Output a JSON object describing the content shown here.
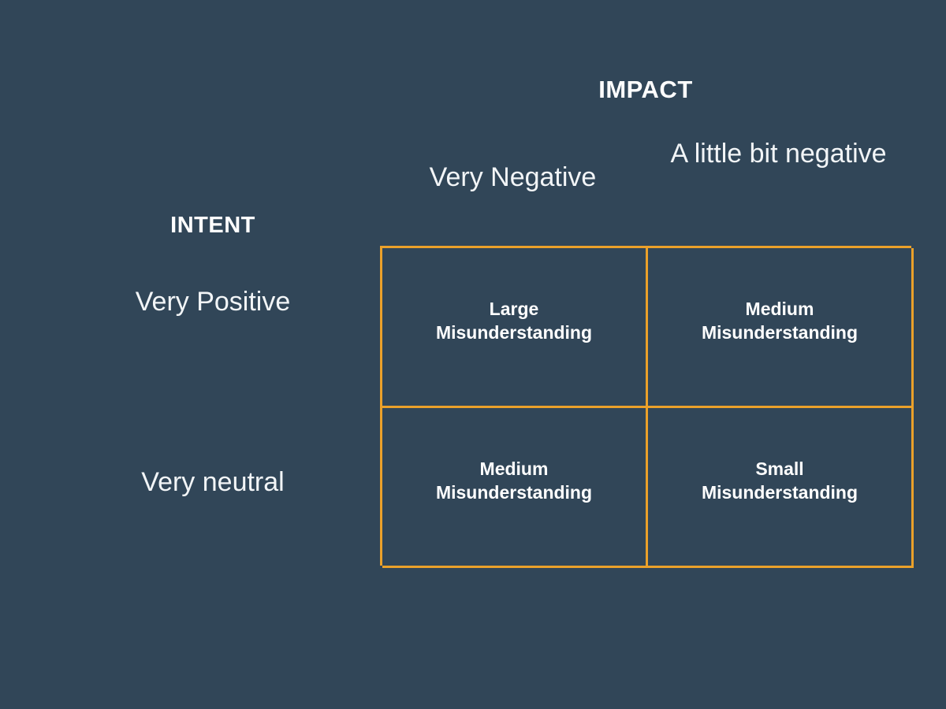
{
  "background_color": "#314658",
  "border_color": "#eba12a",
  "text_color": "#ffffff",
  "axes": {
    "columns_title": "IMPACT",
    "rows_title": "INTENT"
  },
  "column_headers": [
    "Very Negative",
    "A little bit negative"
  ],
  "row_headers": [
    "Very Positive",
    "Very neutral"
  ],
  "cells": [
    {
      "row": 0,
      "col": 0,
      "line1": "Large",
      "line2": "Misunderstanding"
    },
    {
      "row": 0,
      "col": 1,
      "line1": "Medium",
      "line2": "Misunderstanding"
    },
    {
      "row": 1,
      "col": 0,
      "line1": "Medium",
      "line2": "Misunderstanding"
    },
    {
      "row": 1,
      "col": 1,
      "line1": "Small",
      "line2": "Misunderstanding"
    }
  ]
}
